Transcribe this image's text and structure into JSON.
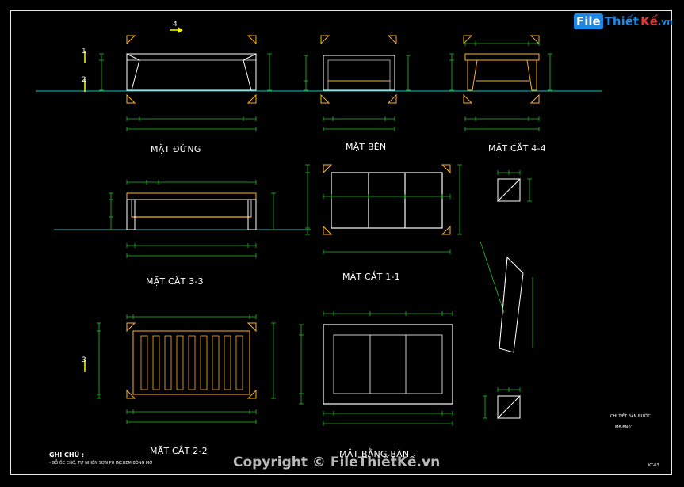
{
  "brand": {
    "logo_part1": "File",
    "logo_part2": "Thiết",
    "logo_part3": "Kế",
    "logo_suffix": ".vn",
    "copyright": "Copyright © FileThiếtKế.vn"
  },
  "views": {
    "elevation": "MẶT ĐỨNG",
    "side": "MẶT BÊN",
    "section44": "MẶT CẮT 4-4",
    "section33": "MẶT CẮT 3-3",
    "section11": "MẶT CẮT 1-1",
    "section22": "MẶT CẮT 2-2",
    "tabletop": "MẶT BẰNG BÀN"
  },
  "notes": {
    "title": "GHI CHÚ :",
    "line1": "- GỖ ỐC CHÓ, TỰ NHIÊN SƠN PU INCHEM BÓNG MỜ"
  },
  "title_block": {
    "line1": "CHI TIẾT BÀN NƯỚC",
    "line2": "MB-BN01",
    "sheet": "KT-03"
  },
  "section_marks": [
    "4",
    "1",
    "2",
    "3"
  ],
  "colors": {
    "background": "#000000",
    "line_white": "#ffffff",
    "dimension_green": "#20c020",
    "dimension_text": "#e0407a",
    "wood_orange": "#ffb020",
    "ground_cyan": "#20c0c0",
    "mark_yellow": "#ffff00"
  }
}
